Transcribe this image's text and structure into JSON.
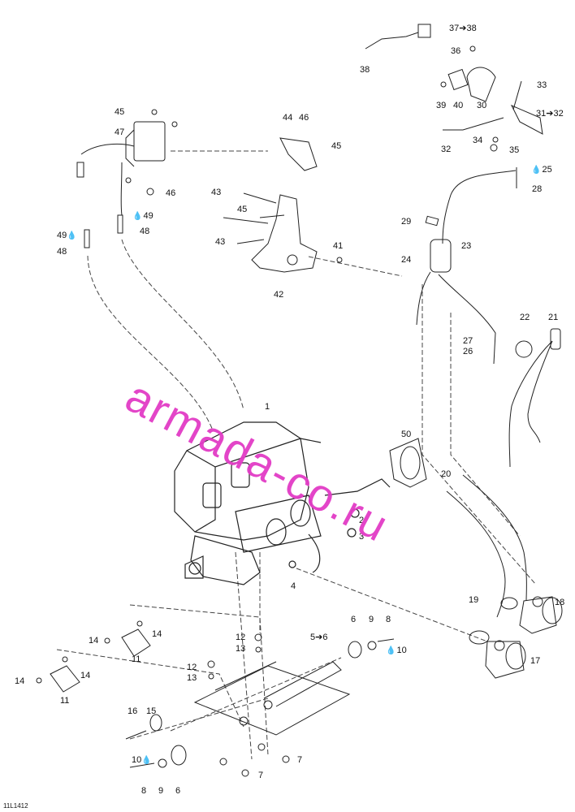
{
  "document_code": "11L1412",
  "watermark": "armada-co.ru",
  "accent_color": "#e23cc6",
  "line_color": "#222222",
  "callouts": [
    {
      "id": "c37",
      "text": "37➔38"
    },
    {
      "id": "c36",
      "text": "36"
    },
    {
      "id": "c38",
      "text": "38"
    },
    {
      "id": "c33",
      "text": "33"
    },
    {
      "id": "c39",
      "text": "39"
    },
    {
      "id": "c40",
      "text": "40"
    },
    {
      "id": "c30",
      "text": "30"
    },
    {
      "id": "c31",
      "text": "31➔32"
    },
    {
      "id": "c34",
      "text": "34"
    },
    {
      "id": "c35",
      "text": "35"
    },
    {
      "id": "c32",
      "text": "32"
    },
    {
      "id": "c25",
      "text": "25"
    },
    {
      "id": "c28",
      "text": "28"
    },
    {
      "id": "c45a",
      "text": "45"
    },
    {
      "id": "c47",
      "text": "47"
    },
    {
      "id": "c44",
      "text": "44"
    },
    {
      "id": "c46a",
      "text": "46"
    },
    {
      "id": "c45b",
      "text": "45"
    },
    {
      "id": "c46b",
      "text": "46"
    },
    {
      "id": "c43a",
      "text": "43"
    },
    {
      "id": "c45c",
      "text": "45"
    },
    {
      "id": "c49a",
      "text": "49"
    },
    {
      "id": "c48a",
      "text": "48"
    },
    {
      "id": "c49b",
      "text": "49"
    },
    {
      "id": "c48b",
      "text": "48"
    },
    {
      "id": "c43b",
      "text": "43"
    },
    {
      "id": "c41",
      "text": "41"
    },
    {
      "id": "c29",
      "text": "29"
    },
    {
      "id": "c23",
      "text": "23"
    },
    {
      "id": "c24",
      "text": "24"
    },
    {
      "id": "c42",
      "text": "42"
    },
    {
      "id": "c22",
      "text": "22"
    },
    {
      "id": "c21",
      "text": "21"
    },
    {
      "id": "c27",
      "text": "27"
    },
    {
      "id": "c26",
      "text": "26"
    },
    {
      "id": "c1",
      "text": "1"
    },
    {
      "id": "c50",
      "text": "50"
    },
    {
      "id": "c2",
      "text": "2"
    },
    {
      "id": "c3",
      "text": "3"
    },
    {
      "id": "c20",
      "text": "20"
    },
    {
      "id": "c4",
      "text": "4"
    },
    {
      "id": "c19",
      "text": "19"
    },
    {
      "id": "c18",
      "text": "18"
    },
    {
      "id": "c17",
      "text": "17"
    },
    {
      "id": "c14a",
      "text": "14"
    },
    {
      "id": "c14b",
      "text": "14"
    },
    {
      "id": "c11a",
      "text": "11"
    },
    {
      "id": "c12a",
      "text": "12"
    },
    {
      "id": "c13a",
      "text": "13"
    },
    {
      "id": "c5",
      "text": "5➔6"
    },
    {
      "id": "c6a",
      "text": "6"
    },
    {
      "id": "c9a",
      "text": "9"
    },
    {
      "id": "c8a",
      "text": "8"
    },
    {
      "id": "c10a",
      "text": "10"
    },
    {
      "id": "c14c",
      "text": "14"
    },
    {
      "id": "c14d",
      "text": "14"
    },
    {
      "id": "c11b",
      "text": "11"
    },
    {
      "id": "c12b",
      "text": "12"
    },
    {
      "id": "c13b",
      "text": "13"
    },
    {
      "id": "c16",
      "text": "16"
    },
    {
      "id": "c15",
      "text": "15"
    },
    {
      "id": "c10b",
      "text": "10"
    },
    {
      "id": "c7a",
      "text": "7"
    },
    {
      "id": "c8b",
      "text": "8"
    },
    {
      "id": "c9b",
      "text": "9"
    },
    {
      "id": "c6b",
      "text": "6"
    },
    {
      "id": "c7b",
      "text": "7"
    }
  ]
}
